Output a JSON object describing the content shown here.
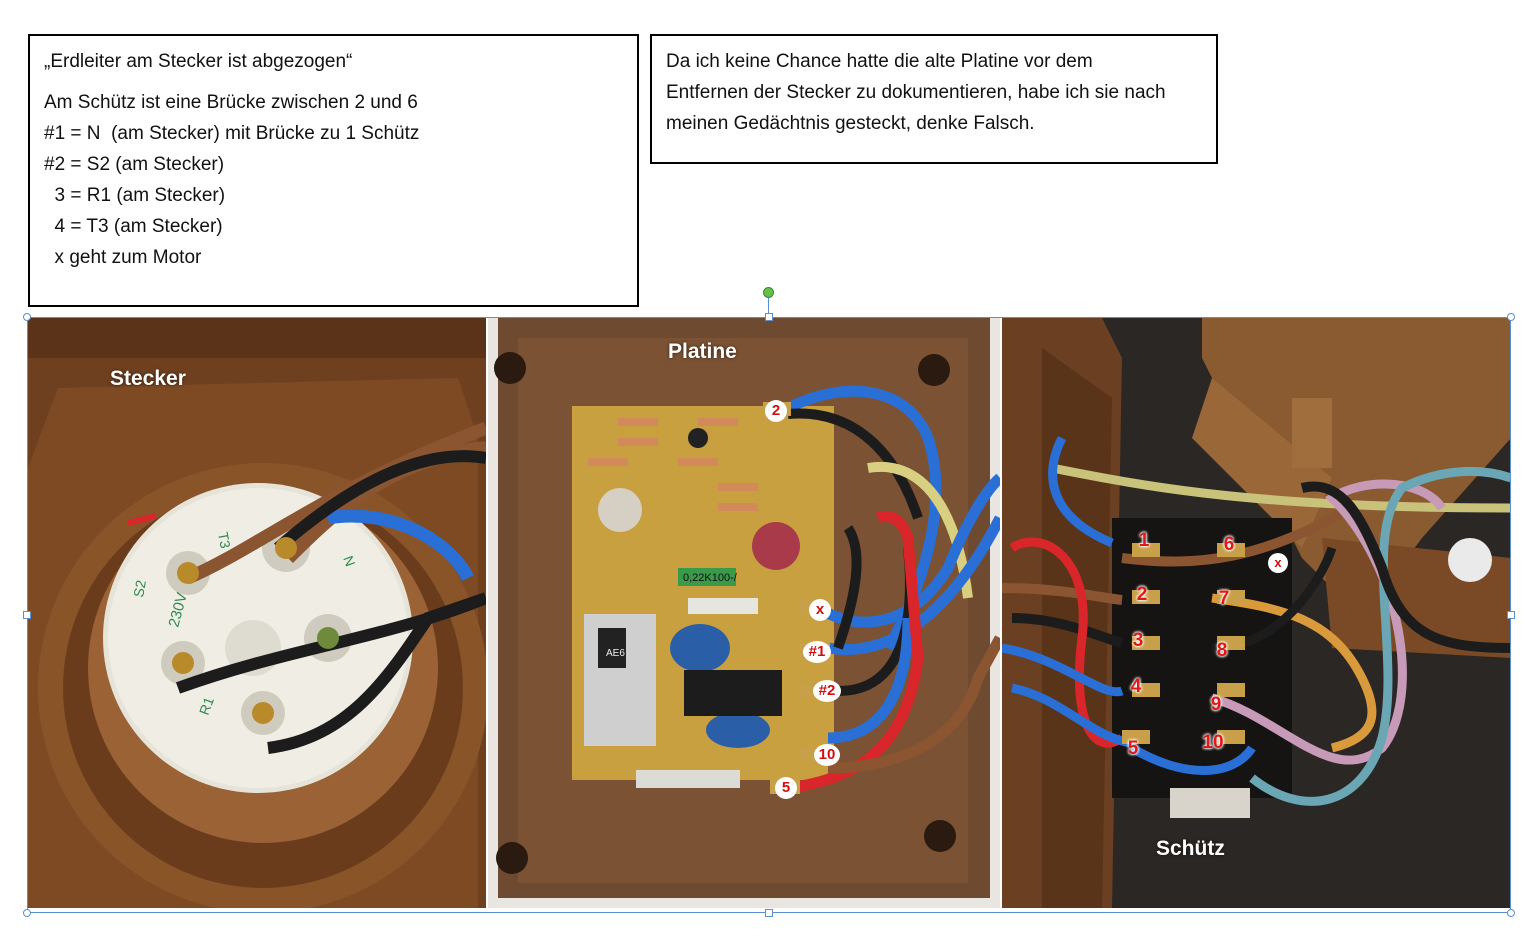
{
  "note_left": {
    "line1": "„Erdleiter am Stecker ist abgezogen“",
    "line2": "Am Schütz ist eine Brücke zwischen 2 und 6",
    "line3": "#1 = N  (am Stecker) mit Brücke zu 1 Schütz",
    "line4": "#2 = S2 (am Stecker)",
    "line5": "  3 = R1 (am Stecker)",
    "line6": "  4 = T3 (am Stecker)",
    "line7": "  x geht zum Motor"
  },
  "note_right": {
    "line1": "Da ich keine Chance hatte die alte Platine vor dem",
    "line2": "Entfernen der Stecker zu dokumentieren, habe ich sie nach",
    "line3": "meinen Gedächtnis gesteckt, denke Falsch."
  },
  "photos": {
    "stecker": {
      "label": "Stecker",
      "socket_marks": [
        "T3",
        "N",
        "S2",
        "R1",
        "230V"
      ]
    },
    "platine": {
      "label": "Platine",
      "markers": [
        "2",
        "x",
        "#1",
        "#2",
        "10",
        "5"
      ],
      "component_text": [
        "0,22K100-/",
        "AE6"
      ]
    },
    "schuetz": {
      "label": "Schütz",
      "markers": [
        "1",
        "6",
        "x",
        "2",
        "7",
        "3",
        "8",
        "4",
        "9",
        "5",
        "10"
      ]
    }
  },
  "colors": {
    "wire_brown": "#8a5530",
    "wire_blue": "#2a6fd6",
    "wire_black": "#1c1c1c",
    "wire_red": "#d8262a",
    "wire_yellowgreen": "#c9c27a",
    "wire_orange": "#d99a3c",
    "wire_violet": "#c79ab8",
    "wire_lightblue": "#6aa6b4",
    "housing_brown": "#7a4a26",
    "pcb": "#c8a040",
    "marker_red": "#d01010"
  }
}
